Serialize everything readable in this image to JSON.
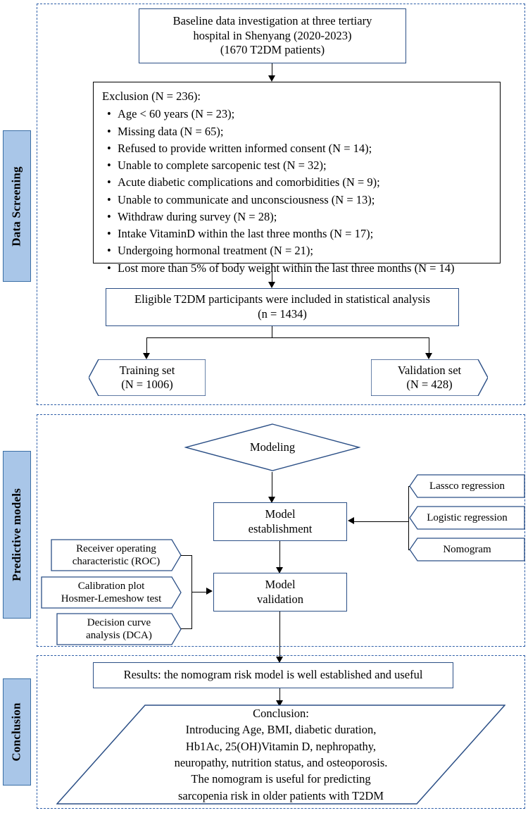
{
  "sections": [
    {
      "id": "data-screening",
      "label": "Data Screening"
    },
    {
      "id": "predictive-models",
      "label": "Predictive models"
    },
    {
      "id": "conclusion",
      "label": "Conclusion"
    }
  ],
  "baseline": {
    "line1": "Baseline data investigation at three tertiary",
    "line2": "hospital in Shenyang (2020-2023)",
    "line3": "(1670 T2DM patients)"
  },
  "exclusion": {
    "header": "Exclusion (N = 236):",
    "items": [
      "Age < 60 years (N = 23);",
      "Missing data (N = 65);",
      "Refused to provide written informed consent (N = 14);",
      "Unable to complete sarcopenic test (N = 32);",
      "Acute diabetic complications and comorbidities (N = 9);",
      "Unable to communicate and unconsciousness (N = 13);",
      "Withdraw during survey (N = 28);",
      "Intake VitaminD within the last three months (N = 17);",
      "Undergoing hormonal treatment (N = 21);",
      "Lost more than 5% of body weight within the last three months (N = 14)"
    ]
  },
  "eligible": {
    "line1": "Eligible T2DM  participants were included in statistical analysis",
    "line2": "(n = 1434)"
  },
  "training": {
    "line1": "Training set",
    "line2": "(N = 1006)"
  },
  "validation": {
    "line1": "Validation set",
    "line2": "(N = 428)"
  },
  "modeling": {
    "label": "Modeling"
  },
  "model_establishment": {
    "line1": "Model",
    "line2": "establishment"
  },
  "model_validation": {
    "line1": "Model",
    "line2": "validation"
  },
  "right_inputs": [
    {
      "label": "Lassco regression"
    },
    {
      "label": "Logistic regression"
    },
    {
      "label": "Nomogram"
    }
  ],
  "left_inputs": [
    {
      "line1": "Receiver operating",
      "line2": "characteristic (ROC)"
    },
    {
      "line1": "Calibration plot",
      "line2": "Hosmer-Lemeshow test"
    },
    {
      "line1": "Decision curve",
      "line2": "analysis (DCA)"
    }
  ],
  "results": {
    "label": "Results: the nomogram risk model is well established and useful"
  },
  "conclusion_box": {
    "line1": "Conclusion:",
    "line2": "Introducing  Age, BMI, diabetic duration,",
    "line3": "Hb1Ac, 25(OH)Vitamin D, nephropathy,",
    "line4": "neuropathy, nutrition status, and osteoporosis.",
    "line5": "The nomogram is useful for predicting",
    "line6": "sarcopenia risk in older patients with T2DM"
  },
  "colors": {
    "band_fill": "#a9c6e8",
    "band_border": "#3a6ea5",
    "dashed_border": "#2f5fa8",
    "box_border": "#2b4f86"
  }
}
